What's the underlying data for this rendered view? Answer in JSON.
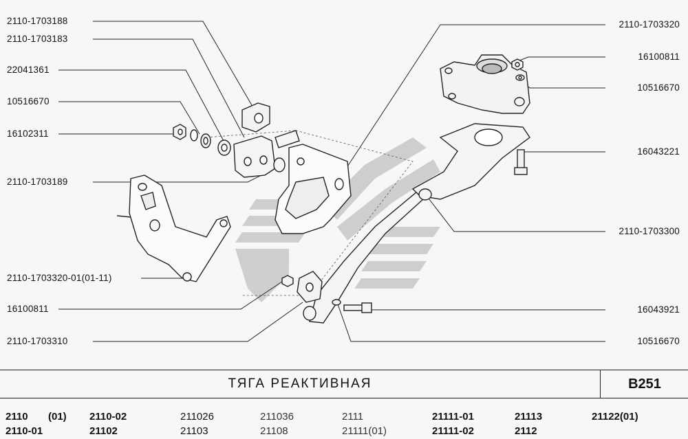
{
  "labels_left": [
    "2110-1703188",
    "2110-1703183",
    "22041361",
    "10516670",
    "16102311",
    "2110-1703189",
    "2110-1703320-01(01-11)",
    "16100811",
    "2110-1703310"
  ],
  "labels_right": [
    "2110-1703320",
    "16100811",
    "10516670",
    "16043221",
    "2110-1703300",
    "16043921",
    "10516670"
  ],
  "title": "ТЯГА  РЕАКТИВНАЯ",
  "code": "В251",
  "models": {
    "row1": [
      "2110",
      "(01)",
      "2110-02",
      "211026",
      "211036",
      "2111",
      "21111-01",
      "21113",
      "21122(01)"
    ],
    "row2": [
      "2110-01",
      "21102",
      "21103",
      "21108",
      "21111(01)",
      "21111-02",
      "2112"
    ]
  }
}
